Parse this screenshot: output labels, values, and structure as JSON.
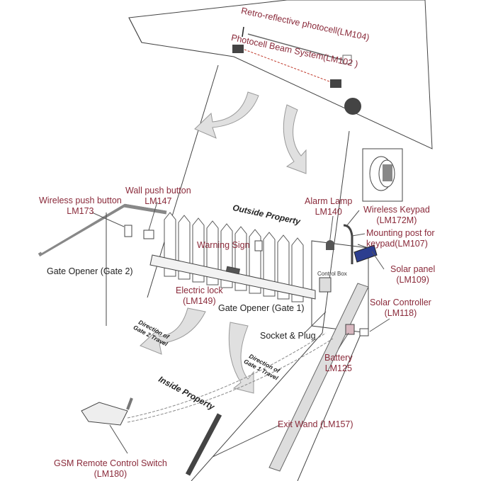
{
  "diagram": {
    "title": "Swing gate opener installation diagram",
    "colors": {
      "label": "#8a2a3a",
      "text": "#222222",
      "line": "#444444",
      "arrow_fill": "#e0e0e0",
      "photocell_beam": "#c0392b",
      "solar_panel": "#2c3e8f"
    },
    "labels": {
      "retro_photocell": "Retro-reflective photocell(LM104)",
      "photocell_beam": "Photocell Beam System(LM102 )",
      "wireless_push_button_1": "Wireless push button",
      "wireless_push_button_2": "LM173",
      "wall_push_button_1": "Wall push button",
      "wall_push_button_2": "LM147",
      "outside_property": "Outside Property",
      "alarm_lamp_1": "Alarm Lamp",
      "alarm_lamp_2": "LM140",
      "wireless_keypad_1": "Wireless Keypad",
      "wireless_keypad_2": "(LM172M)",
      "mounting_post_1": "Mounting post for",
      "mounting_post_2": "keypad(LM107)",
      "warning_sign": "Warning Sign",
      "gate_opener_2": "Gate Opener (Gate 2)",
      "control_box": "Control Box",
      "solar_panel_1": "Solar panel",
      "solar_panel_2": "(LM109)",
      "electric_lock_1": "Electric lock",
      "electric_lock_2": "(LM149)",
      "gate_opener_1": "Gate Opener (Gate 1)",
      "solar_controller_1": "Solar Controller",
      "solar_controller_2": "(LM118)",
      "socket_plug": "Socket & Plug",
      "direction_gate2_1": "Direction of",
      "direction_gate2_2": "Gate 2 Travel",
      "direction_gate1_1": "Direction of",
      "direction_gate1_2": "Gate 1 Travel",
      "battery_1": "Battery",
      "battery_2": "LM125",
      "inside_property": "Inside Property",
      "exit_wand": "Exit Wand (LM157)",
      "gsm_1": "GSM Remote Control Switch",
      "gsm_2": "(LM180)"
    }
  }
}
